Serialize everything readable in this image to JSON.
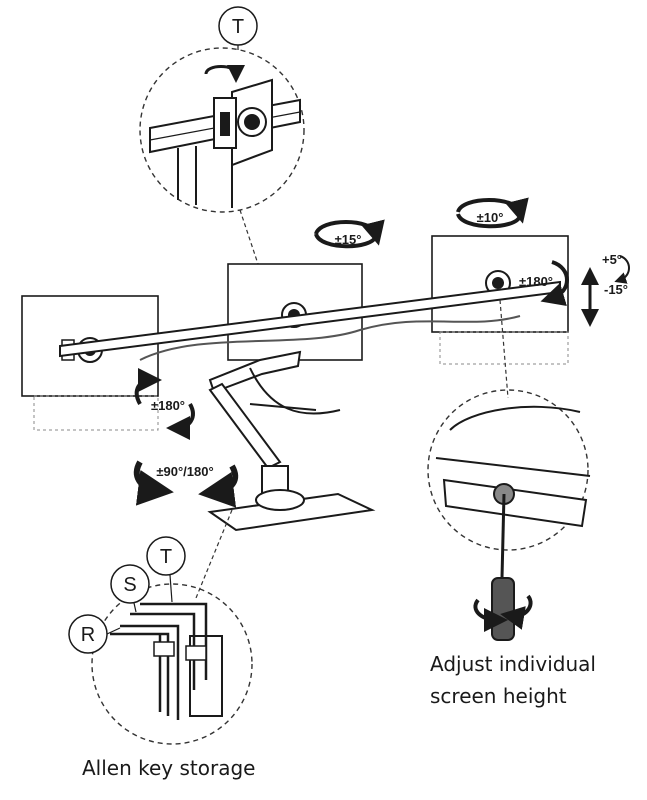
{
  "callouts": {
    "top_letter": "T",
    "storage_r": "R",
    "storage_s": "S",
    "storage_t": "T"
  },
  "rotations": {
    "left_swivel": "±15°",
    "right_swivel": "±10°",
    "right_rotate": "±180°",
    "tilt_up": "+5°",
    "tilt_down": "-15°",
    "left_rotate": "±180°",
    "base_swivel": "±90°/180°"
  },
  "captions": {
    "height_line1": "Adjust individual",
    "height_line2": "screen height",
    "storage": "Allen key storage"
  }
}
